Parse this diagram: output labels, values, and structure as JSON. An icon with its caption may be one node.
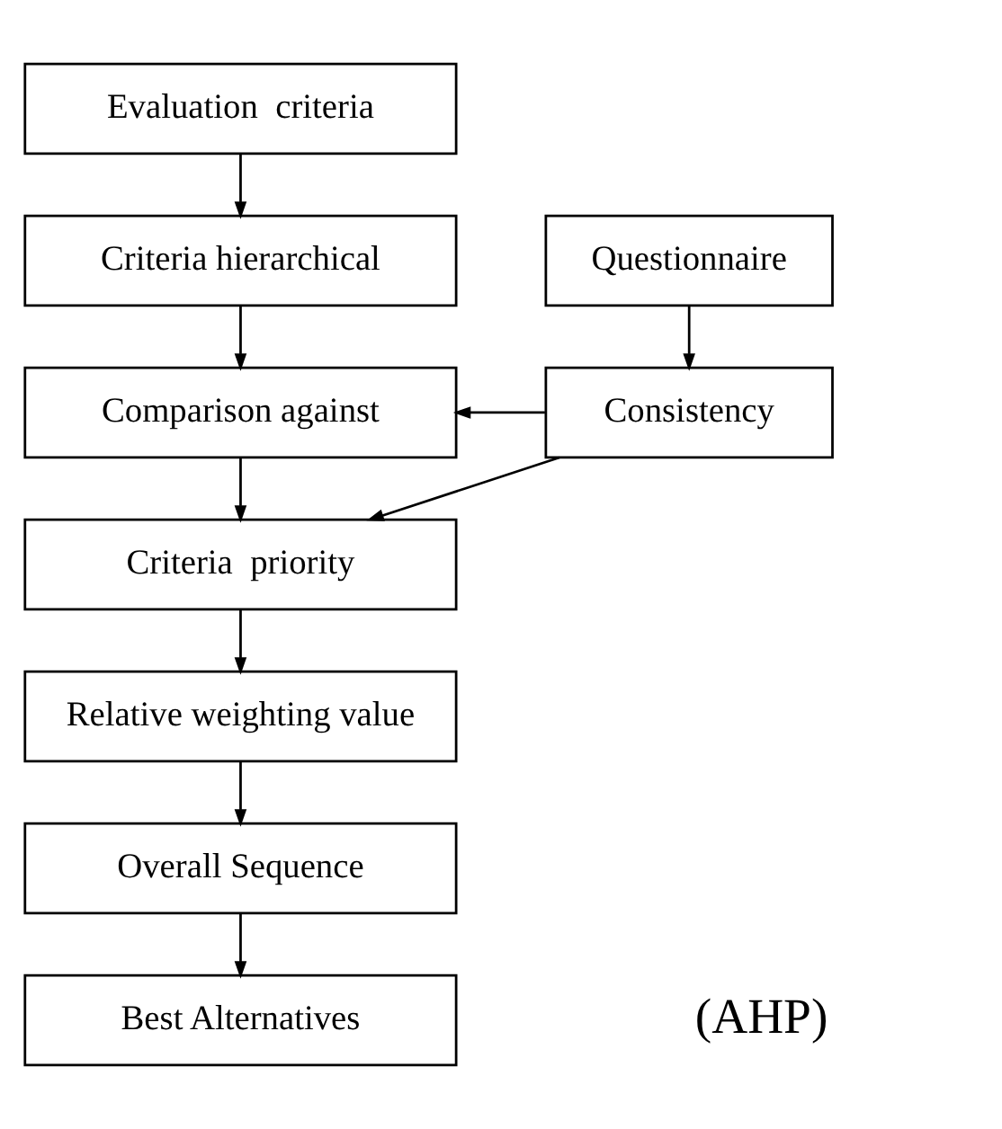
{
  "diagram": {
    "nodes": [
      {
        "text": [
          "Evaluation  criteria"
        ]
      },
      {
        "text": [
          "Criteria hierarchical"
        ]
      },
      {
        "text": [
          "Comparison against"
        ]
      },
      {
        "text": [
          "Criteria  priority"
        ]
      },
      {
        "text": [
          "Relative weighting value"
        ]
      },
      {
        "text": [
          "Overall Sequence"
        ]
      },
      {
        "text": [
          "Best Alternatives"
        ]
      },
      {
        "text": [
          "Questionnaire"
        ]
      },
      {
        "text": [
          "Consistency"
        ]
      }
    ],
    "edges": [
      {
        "from": 0,
        "to": 1,
        "arrow": "to"
      },
      {
        "from": 1,
        "to": 2,
        "arrow": "to"
      },
      {
        "from": 2,
        "to": 3,
        "arrow": "to"
      },
      {
        "from": 3,
        "to": 4,
        "arrow": "to"
      },
      {
        "from": 4,
        "to": 5,
        "arrow": "to"
      },
      {
        "from": 5,
        "to": 6,
        "arrow": "to"
      },
      {
        "from": 7,
        "to": 8,
        "arrow": "to"
      },
      {
        "from": 8,
        "to": 2,
        "arrow": "to"
      },
      {
        "from": 8,
        "to": 3,
        "arrow": "to"
      }
    ],
    "labels": [
      "(AHP)"
    ]
  }
}
